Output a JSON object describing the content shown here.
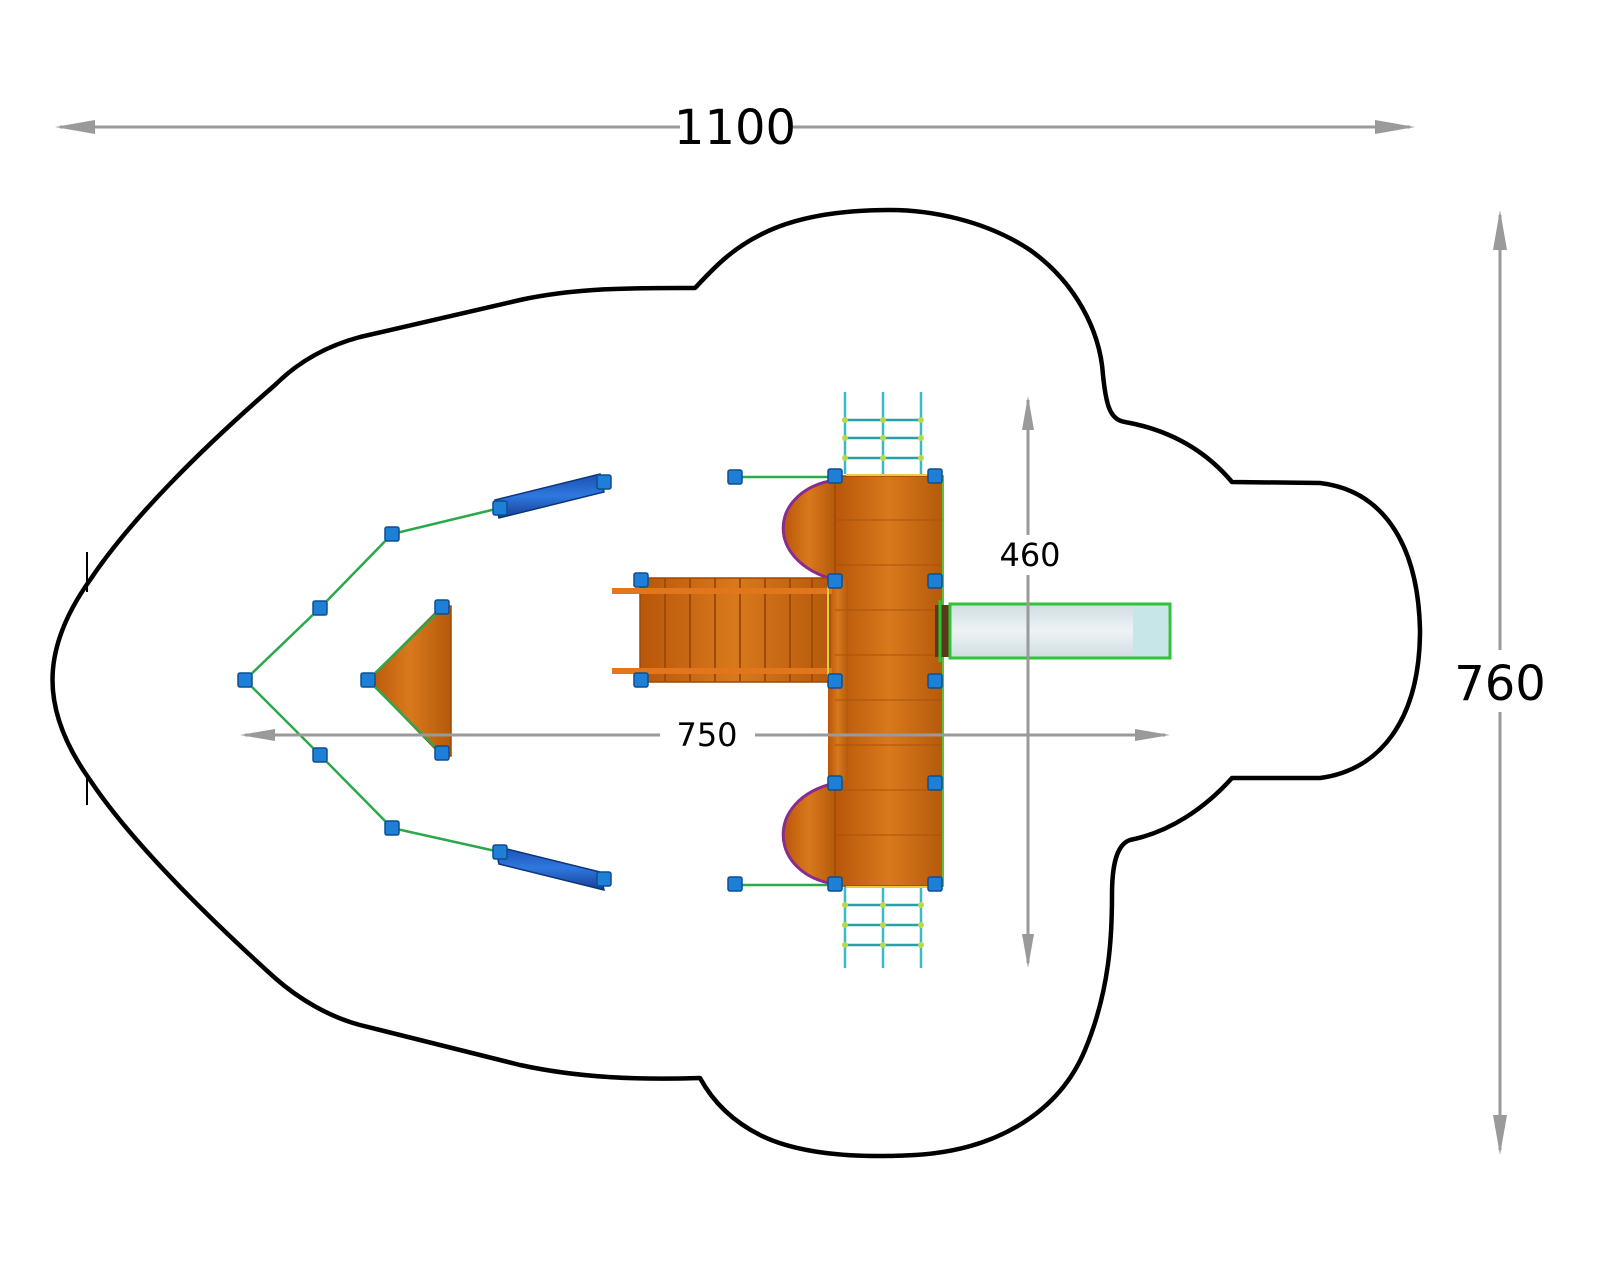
{
  "dimensions": {
    "overall_width": "1100",
    "overall_depth": "760",
    "equipment_length": "750",
    "equipment_width": "460"
  },
  "colors": {
    "outline": "#000000",
    "dimension_line": "#9a9a9a",
    "deck_wood": "#c8690f",
    "posts": "#1e7fd6",
    "ropes": "#2aa84a",
    "slide": "#dfe8ec",
    "climbing_net": "#3bb9c8",
    "roof_arc": "#8a2b8f"
  }
}
